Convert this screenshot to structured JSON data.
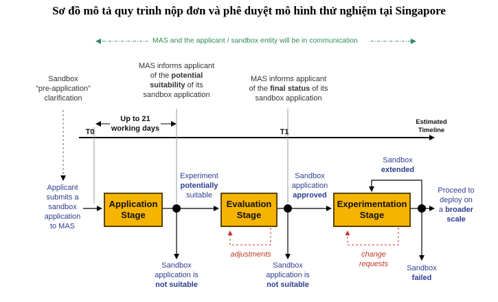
{
  "title": "Sơ đồ mô tả quy trình nộp đơn và phê duyệt mô hình thử nghiệm tại Singapore",
  "communication": "MAS and the applicant / sandbox entity will be in communication",
  "pre_application": {
    "l1": "Sandbox",
    "l2": "“pre-application”",
    "l3": "clarification"
  },
  "mas_potential": {
    "l1": "MAS informs applicant",
    "l2_pre": "of the ",
    "l2_bold": "potential",
    "l3_bold": "suitability",
    "l3_post": " of its",
    "l4": "sandbox application"
  },
  "mas_final": {
    "l1": "MAS informs applicant",
    "l2_pre": "of the ",
    "l2_bold": "final status",
    "l2_post": " of its",
    "l3": "sandbox application"
  },
  "up_to": {
    "l1": "Up to 21",
    "l2": "working days"
  },
  "t0": "T0",
  "t1": "T1",
  "estimated": {
    "l1": "Estimated",
    "l2": "Timeline"
  },
  "applicant": {
    "l1": "Applicant",
    "l2": "submits a",
    "l3": "sandbox",
    "l4": "application",
    "l5": "to MAS"
  },
  "stages": {
    "application": {
      "l1": "Application",
      "l2": "Stage"
    },
    "evaluation": {
      "l1": "Evaluation",
      "l2": "Stage"
    },
    "experimentation": {
      "l1": "Experimentation",
      "l2": "Stage"
    }
  },
  "experiment_potential": {
    "l1": "Experiment",
    "l2": "potentially",
    "l3": "suitable"
  },
  "sandbox_approved": {
    "l1": "Sandbox",
    "l2": "application",
    "l3": "approved"
  },
  "sandbox_extended": {
    "l1": "Sandbox",
    "l2": "extended"
  },
  "proceed": {
    "l1": "Proceed to",
    "l2": "deploy on",
    "l3_pre": "a ",
    "l3_bold": "broader",
    "l4": "scale"
  },
  "not_suitable_1": {
    "l1": "Sandbox",
    "l2": "application is",
    "l3": "not suitable"
  },
  "not_suitable_2": {
    "l1": "Sandbox",
    "l2": "application is",
    "l3": "not suitable"
  },
  "sandbox_failed": {
    "l1": "Sandbox",
    "l2": "failed"
  },
  "adjustments": "adjustments",
  "change_requests": {
    "l1": "change",
    "l2": "requests"
  },
  "colors": {
    "stage_fill": "#f5b400",
    "accent_blue": "#2e3d8f",
    "comm_green": "#2e8b57",
    "feedback_red": "#c0392b"
  }
}
